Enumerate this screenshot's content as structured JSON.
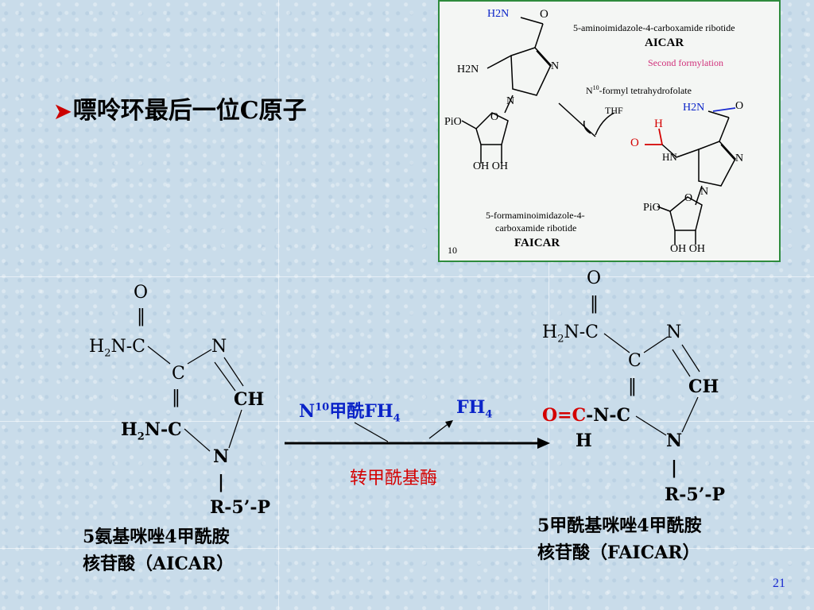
{
  "slide": {
    "title": "嘌呤环最后一位C原子",
    "title_bullet_icon": "arrow-bullet-icon",
    "page_number": "21"
  },
  "inset": {
    "aicar_name": "5-aminoimidazole-4-carboxamide ribotide",
    "aicar_abbr": "AICAR",
    "step_label": "Second formylation",
    "cofactor_in_sup": "10",
    "cofactor_in_prefix": "N",
    "cofactor_in_rest": "-formyl tetrahydrofolate",
    "cofactor_out": "THF",
    "faicar_name_1": "5-formaminoimidazole-4-",
    "faicar_name_2": "carboxamide ribotide",
    "faicar_abbr": "FAICAR",
    "figure_number": "10",
    "atoms": {
      "h2n": "H2N",
      "o": "O",
      "n": "N",
      "pio": "PiO",
      "ohoh": "OH OH",
      "hn": "HN",
      "h": "H"
    }
  },
  "aicar": {
    "o_top": "O",
    "double_bond": "‖",
    "amide_h2n": "H",
    "amide_sub": "2",
    "amide_rest": "N-C",
    "c_center": "C",
    "n_ring": "N",
    "double_bond_2": "‖",
    "ch": "CH",
    "amine_h": "H",
    "amine_sub": "2",
    "amine_rest": "N-C",
    "n_bottom": "N",
    "single_bond": "|",
    "ribose": "R-5’-P",
    "name_line1": "5氨基咪唑4甲酰胺",
    "name_line2": "核苷酸（AICAR）"
  },
  "reaction": {
    "cofactor_n": "N",
    "cofactor_sup": "10",
    "cofactor_rest": "甲酰FH",
    "cofactor_sub": "4",
    "product_cofactor": "FH",
    "product_sub": "4",
    "enzyme": "转甲酰基酶"
  },
  "faicar": {
    "o_top": "O",
    "double_bond": "‖",
    "amide_h": "H",
    "amide_sub": "2",
    "amide_rest": "N-C",
    "n_ring": "N",
    "c_center": "C",
    "double_bond_2": "‖",
    "ch": "CH",
    "formyl": "O=C",
    "formyl_rest": "-N-C",
    "h": "H",
    "n_bottom": "N",
    "single_bond": "|",
    "ribose": "R-5’-P",
    "name_line1": "5甲酰基咪唑4甲酰胺",
    "name_line2": "核苷酸（FAICAR）"
  },
  "colors": {
    "accent_red": "#d40000",
    "accent_blue": "#0a23c8",
    "inset_border": "#2e8b3d",
    "step_pink": "#d0307a"
  }
}
